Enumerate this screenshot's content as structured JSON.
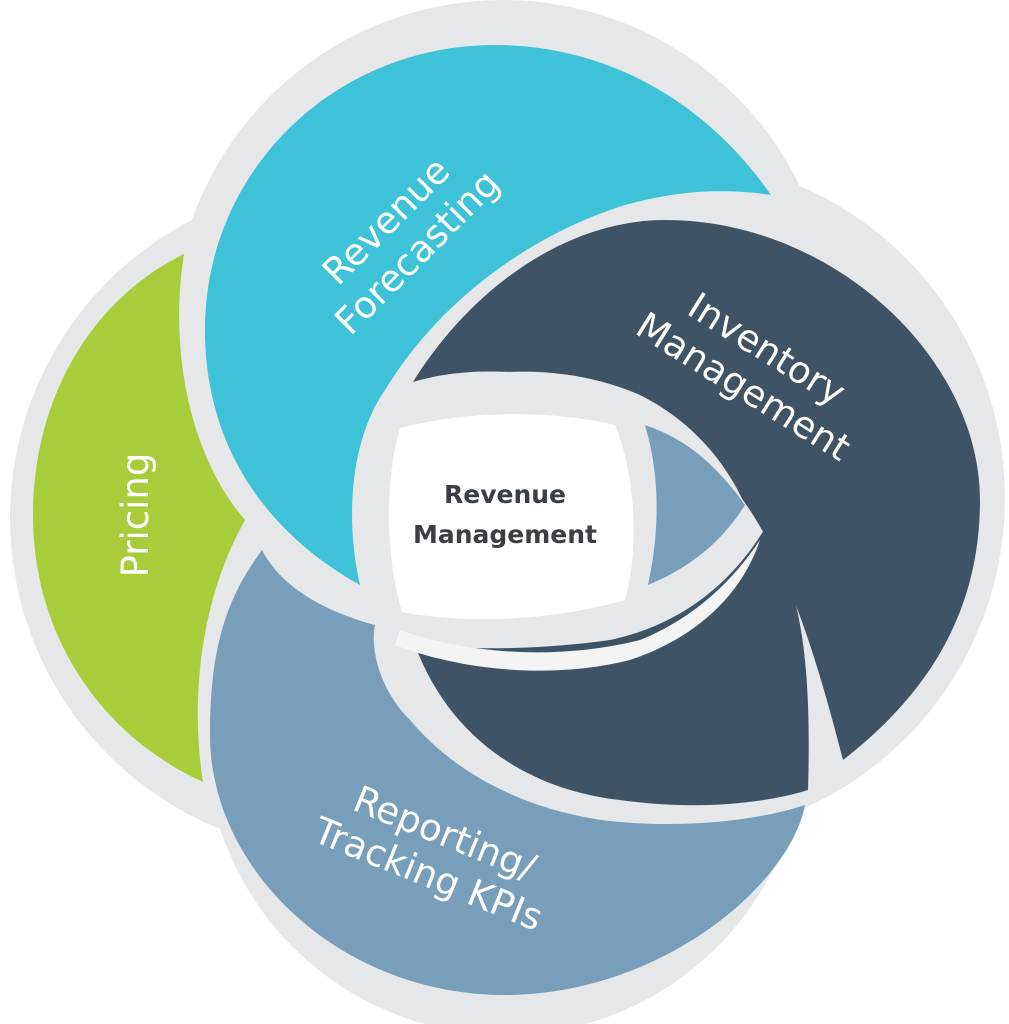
{
  "diagram": {
    "center": {
      "line1": "Revenue",
      "line2": "Management"
    },
    "segments": [
      {
        "key": "pricing",
        "lines": [
          "Pricing"
        ],
        "color": "#a8cc3a"
      },
      {
        "key": "forecasting",
        "lines": [
          "Revenue",
          "Forecasting"
        ],
        "color": "#3ec2d8"
      },
      {
        "key": "inventory",
        "lines": [
          "Inventory",
          "Management"
        ],
        "color": "#3e5366"
      },
      {
        "key": "reporting",
        "lines": [
          "Reporting/",
          "Tracking KPIs"
        ],
        "color": "#789eba"
      }
    ],
    "colors": {
      "ring": "#e6e7e9",
      "ring_light": "#f4f4f5",
      "hub": "#ffffff",
      "text_dark": "#3a3f45"
    }
  }
}
